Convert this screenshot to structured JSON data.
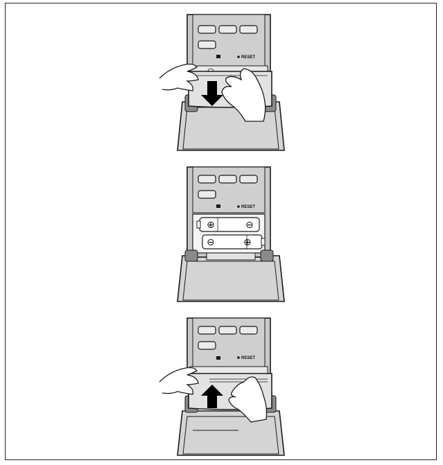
{
  "figure": {
    "colors": {
      "line": "#1a1a1a",
      "body": "#d4d4d4",
      "panel": "#c8c8c8",
      "button": "#ebebeb",
      "cover": "#e2e2e2",
      "arrow": "#000000"
    },
    "panels": [
      {
        "step": "remove-cover",
        "reset_label": "RESET",
        "arrow": "down",
        "hands": true,
        "batteries": false
      },
      {
        "step": "insert-batteries",
        "reset_label": "RESET",
        "arrow": "none",
        "hands": false,
        "batteries": true,
        "battery_marks": [
          [
            "⊕",
            "⊖"
          ],
          [
            "⊖",
            "⊕"
          ]
        ]
      },
      {
        "step": "replace-cover",
        "reset_label": "RESET",
        "arrow": "up",
        "hands": true,
        "batteries": false
      }
    ]
  }
}
